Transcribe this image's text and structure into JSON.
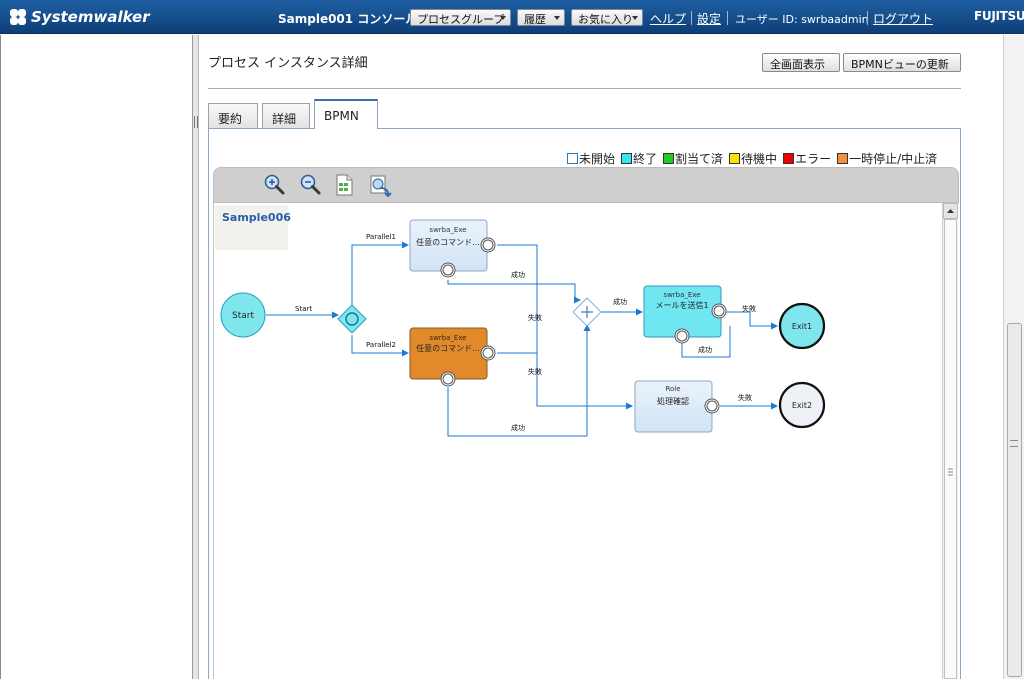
{
  "header": {
    "logo_text": "Systemwalker",
    "title": "Sample001 コンソール",
    "menus": [
      "プロセスグループ",
      "履歴",
      "お気に入り"
    ],
    "help": "ヘルプ",
    "settings": "設定",
    "user": "ユーザー ID: swrbaadmin",
    "logout": "ログアウト",
    "brand": "FUJITSU"
  },
  "page": {
    "title": "プロセス インスタンス詳細",
    "fullscreen_button": "全画面表示",
    "refresh_button": "BPMNビューの更新"
  },
  "tabs": [
    "要約",
    "詳細",
    "BPMN"
  ],
  "active_tab": "BPMN",
  "legend": [
    {
      "label": "未開始",
      "color": "#ffffff"
    },
    {
      "label": "終了",
      "color": "#33e6f2"
    },
    {
      "label": "割当て済",
      "color": "#22cc22"
    },
    {
      "label": "待機中",
      "color": "#ffe100"
    },
    {
      "label": "エラー",
      "color": "#ee0000"
    },
    {
      "label": "一時停止/中止済",
      "color": "#f09040"
    }
  ],
  "toolbar_icons": [
    "zoom-in-icon",
    "zoom-out-icon",
    "document-icon",
    "export-icon"
  ],
  "diagram": {
    "name": "Sample006",
    "start": "Start",
    "exit1": "Exit1",
    "exit2": "Exit2",
    "task1_role": "swrba_Exe",
    "task1_name": "任意のコマンド...",
    "task2_role": "swrba_Exe",
    "task2_name": "任意のコマンド...",
    "task3_role": "swrba_Exe",
    "task3_name": "メールを送信1",
    "task4_role": "Role",
    "task4_name": "処理確認",
    "edge_start": "Start",
    "edge_parallel1": "Parallel1",
    "edge_parallel2": "Parallel2",
    "edge_success": "成功",
    "edge_fail": "失敗"
  }
}
